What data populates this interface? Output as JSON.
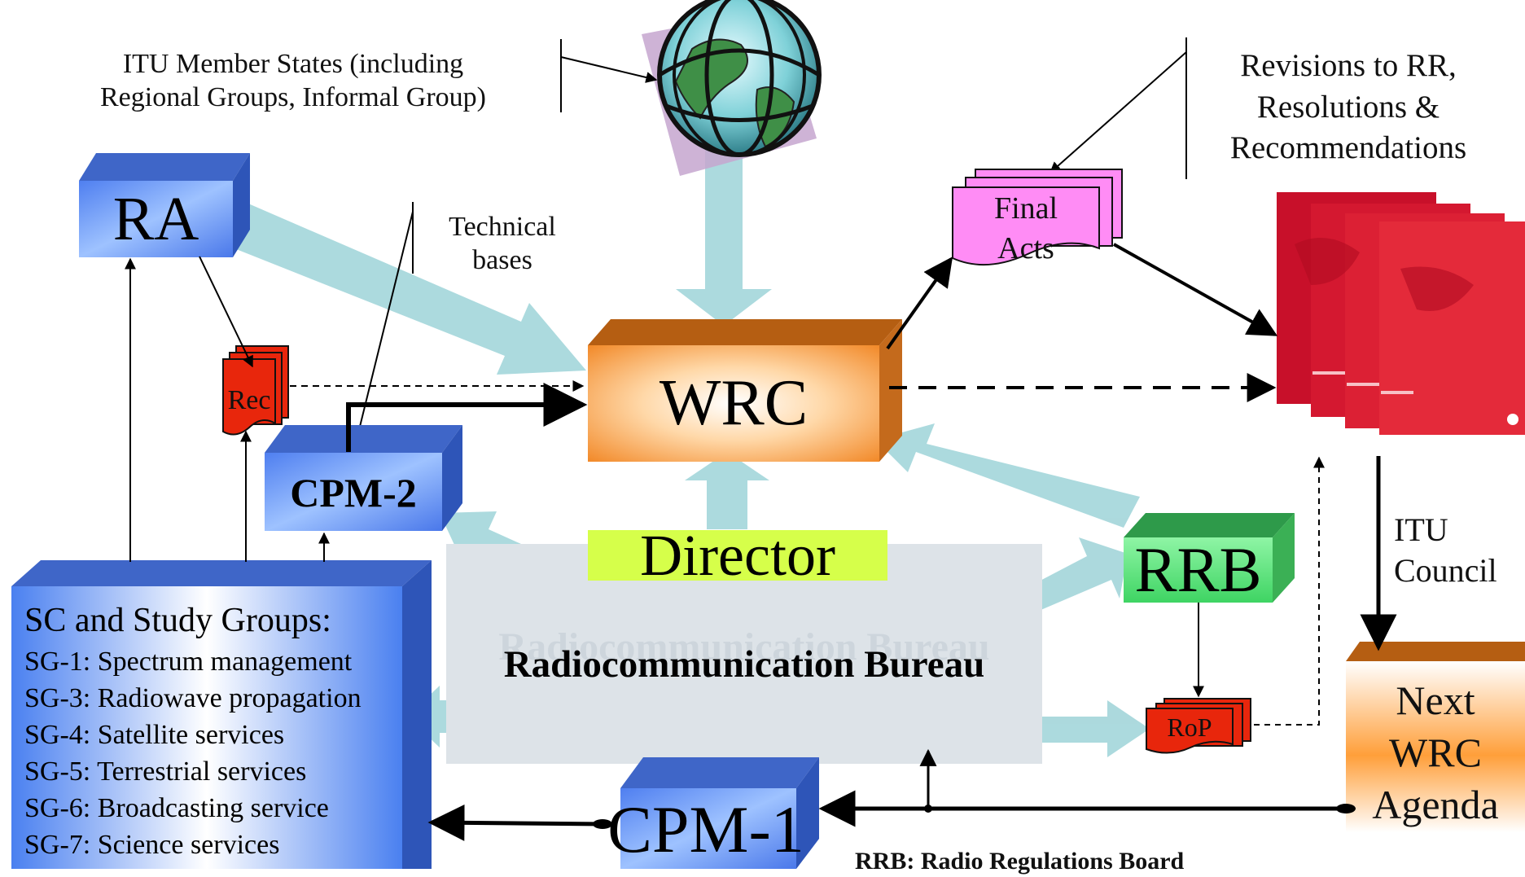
{
  "member_states": {
    "line1": "ITU Member States (including",
    "line2": "Regional Groups, Informal Group)"
  },
  "technical_bases": {
    "line1": "Technical",
    "line2": "bases"
  },
  "revisions": {
    "line1": "Revisions to RR,",
    "line2": "Resolutions &",
    "line3": "Recommendations"
  },
  "ra_label": "RA",
  "rec_label": "Rec",
  "cpm2_label": "CPM-2",
  "wrc_label": "WRC",
  "final_acts": {
    "line1": "Final",
    "line2": "Acts"
  },
  "director_label": "Director",
  "bureau_label": "Radiocommunication Bureau",
  "bureau_ghost_label": "Radiocommunication Bureau",
  "rrb_label": "RRB",
  "rop_label": "RoP",
  "itu_council": {
    "line1": "ITU",
    "line2": "Council"
  },
  "next_wrc": {
    "line1": "Next",
    "line2": "WRC",
    "line3": "Agenda"
  },
  "cpm1_label": "CPM-1",
  "study_groups": {
    "title": "SC and Study Groups:",
    "items": [
      "SG-1: Spectrum management",
      "SG-3: Radiowave propagation",
      "SG-4: Satellite services",
      "SG-5: Terrestrial services",
      "SG-6: Broadcasting service",
      "SG-7: Science services"
    ]
  },
  "footnote": "RRB: Radio Regulations Board",
  "colors": {
    "blue_box": "#5b8ff0",
    "orange_wrc": "#f29a3c",
    "green_rrb": "#5ee07a",
    "pink_final_acts": "#ff8cf5",
    "red_doc": "#e8260c",
    "director_bg": "#d6ff4a",
    "bureau_bg": "#dde3e8",
    "flow_arrow": "#a8d8dc",
    "rr_books": "#d0142c"
  }
}
